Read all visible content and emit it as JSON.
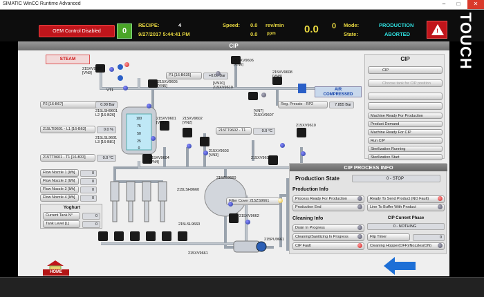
{
  "window": {
    "title": "SIMATIC WinCC Runtime Advanced",
    "minimize": "–",
    "maximize": "□",
    "close": "✕"
  },
  "header": {
    "oem_status": "OEM Control Disabled",
    "status_icon": "0",
    "recipe_label": "RECIPE:",
    "recipe_value": "4",
    "datetime": "9/27/2017 5:44:41 PM",
    "speed_label": "Speed:",
    "speed_value": "0.0",
    "speed_unit": "rev/min",
    "ppm_value": "0.0",
    "ppm_unit": "ppm",
    "big_value": "0.0",
    "big_unit": "0",
    "mode_label": "Mode:",
    "mode_value": "PRODUCTION",
    "state_label": "State:",
    "state_value": "ABORTED",
    "touch_text": "TOUCH"
  },
  "screen_title": "CIP",
  "steam_label": "STEAM",
  "air_label_1": "AIR",
  "air_label_2": "COMPRESSED",
  "valves": {
    "v9609": "215XV9609\n[VN9]",
    "vt1": "VT1",
    "v9605": "215XV9605\n[VN5]",
    "v9606": "215XV9606\n[VN6]",
    "v9608": "215XV9608\n[VN8]",
    "v9610a": "[VN10]\n215XV9610",
    "v9607": "[VN7]\n215XV9607",
    "v9601": "215XV9601\n[VN1]",
    "v9602": "215XV9602\n[VN2]",
    "v9603": "215XV9603\n[VN3]",
    "v9604": "215XV9604\n[VN4]",
    "v9610b": "215XV9610",
    "v9611": "215XV9611",
    "v9662": "215XV9662",
    "v9661": "215XV9661",
    "zs9660": "215ZS9660",
    "lsh9660": "215LSH9660",
    "lsl9660": "215LSL9660",
    "pu9661": "215PU9661",
    "lsh9601": "215LSH9601\nL2 [16-B26]",
    "lsl9601": "215LSL9601\nL3 [16-B81]"
  },
  "instruments": {
    "p1_label": "P1 [16-B635]",
    "p1_value": "+0.00 Bar",
    "p2_label": "P2 [16-B67]",
    "p2_value": "0.00 Bar",
    "tt9601_label": "215LTI9601 - L1 [16-B63]",
    "tt9601_value": "0.0 %",
    "tt9602_label": "215TT9602 - T1",
    "tt9602_value": "0.0 °C",
    "tt9603_label": "215TT9601 - T1 [16-B33]",
    "tt9603_value": "0.0 °C",
    "reg_label": "Reg. Pressio - RP2",
    "reg_value": "7.855 Bar",
    "filter_label": "Filter Cover 215ZS9661"
  },
  "tank_scale": [
    "100",
    "75",
    "50",
    "25",
    "0"
  ],
  "flow_nozzles": [
    {
      "label": "Flow Nozzle 1 [lt/h]",
      "value": "0"
    },
    {
      "label": "Flow Nozzle 2 [lt/h]",
      "value": "0"
    },
    {
      "label": "Flow Nozzle 3 [lt/h]",
      "value": "0"
    },
    {
      "label": "Flow Nozzle 4 [lt/h]",
      "value": "0"
    }
  ],
  "yoghurt": {
    "title": "Yoghurt",
    "current_tank_label": "Current Tank N°",
    "current_tank_value": "0",
    "tank_level_label": "Tank Level [L]",
    "tank_level_value": "0"
  },
  "cip_list": {
    "title": "CIP",
    "buttons": [
      "CIP",
      "Choose tank for CIP position",
      "",
      "",
      "Machine Ready For Production",
      "Product Demand",
      "Machine Ready For CIP",
      "Run CIP",
      "Sterilization Running",
      "Sterilization Start"
    ]
  },
  "process_info": {
    "title": "CIP PROCESS INFO",
    "production_state_label": "Production State",
    "production_state_value": "0 - STOP",
    "production_info_title": "Production Info",
    "production_items": [
      "Process Ready For Production",
      "Production End"
    ],
    "right_items": [
      "Ready To Send Product (NO Fault)",
      "Line To Buffer With Product"
    ],
    "cleaning_info_title": "Cleaning Info",
    "cleaning_items": [
      "Drain In Progress",
      "Cleaning/Sanitizing In Progress",
      "CIP Fault"
    ],
    "current_phase_label": "CIP Current Phase",
    "current_phase_value": "0 - NOTHING",
    "flip_timer_label": "Flip Timer",
    "flip_timer_value": "0",
    "cleaning_hopper_label": "Cleaning Hopper(OFF)/Nozzles(ON)"
  },
  "home_label": "HOME",
  "colors": {
    "alarm_red": "#c0151b",
    "ok_green": "#4aa528",
    "header_yellow": "#e8d840",
    "accent_blue": "#1d6fd6"
  }
}
